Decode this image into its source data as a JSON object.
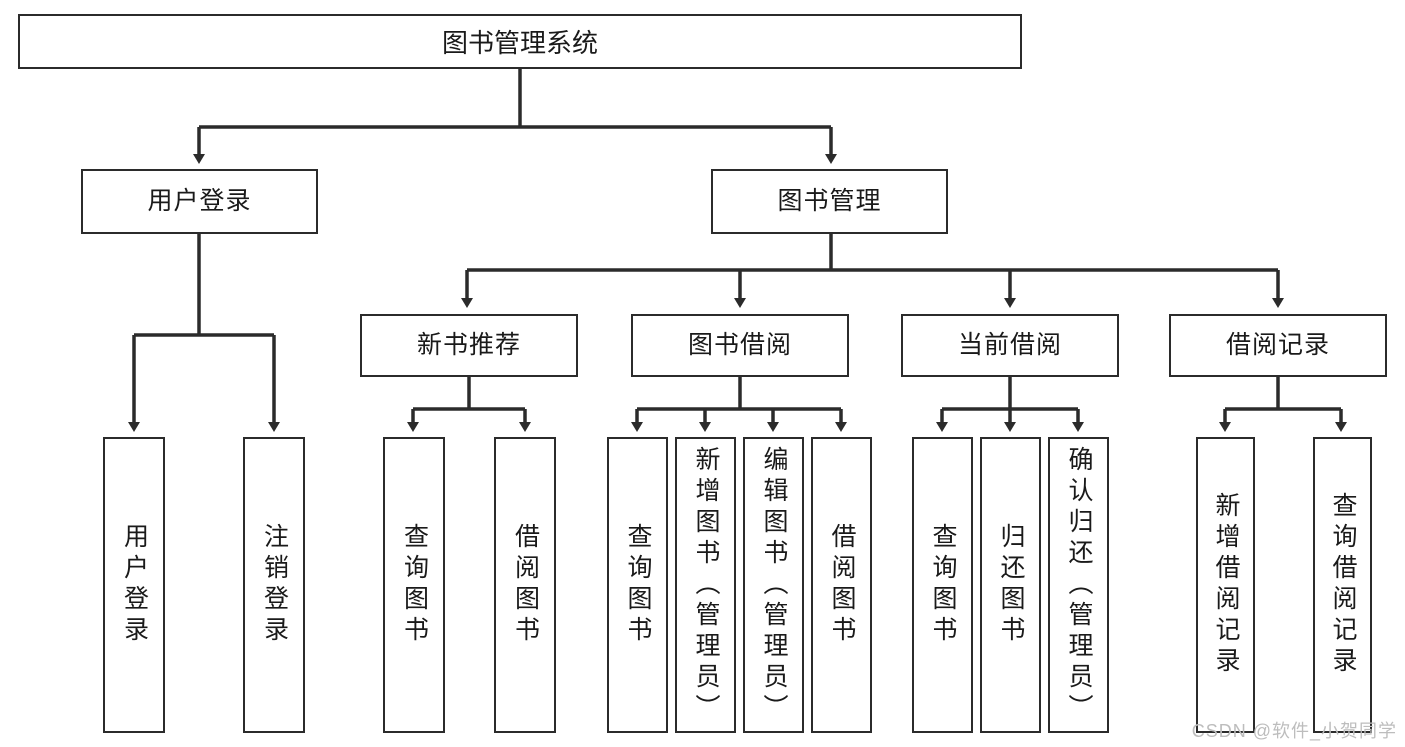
{
  "diagram": {
    "type": "tree",
    "title": "图书管理系统",
    "watermark": "CSDN @软件_小贺同学",
    "stroke_color": "#2b2b2b",
    "fill_color": "#ffffff",
    "text_color": "#1a1a1a",
    "root": {
      "label": "图书管理系统"
    },
    "level2": [
      {
        "label": "用户登录"
      },
      {
        "label": "图书管理"
      }
    ],
    "level3": [
      {
        "label": "新书推荐"
      },
      {
        "label": "图书借阅"
      },
      {
        "label": "当前借阅"
      },
      {
        "label": "借阅记录"
      }
    ],
    "leaves": {
      "user_login": [
        {
          "label": "用户登录"
        },
        {
          "label": "注销登录"
        }
      ],
      "new_book": [
        {
          "label": "查询图书"
        },
        {
          "label": "借阅图书"
        }
      ],
      "book_borrow": [
        {
          "label": "查询图书"
        },
        {
          "label": "新增图书（管理员）"
        },
        {
          "label": "编辑图书（管理员）"
        },
        {
          "label": "借阅图书"
        }
      ],
      "current_borrow": [
        {
          "label": "查询图书"
        },
        {
          "label": "归还图书"
        },
        {
          "label": "确认归还（管理员）"
        }
      ],
      "borrow_record": [
        {
          "label": "新增借阅记录"
        },
        {
          "label": "查询借阅记录"
        }
      ]
    }
  }
}
